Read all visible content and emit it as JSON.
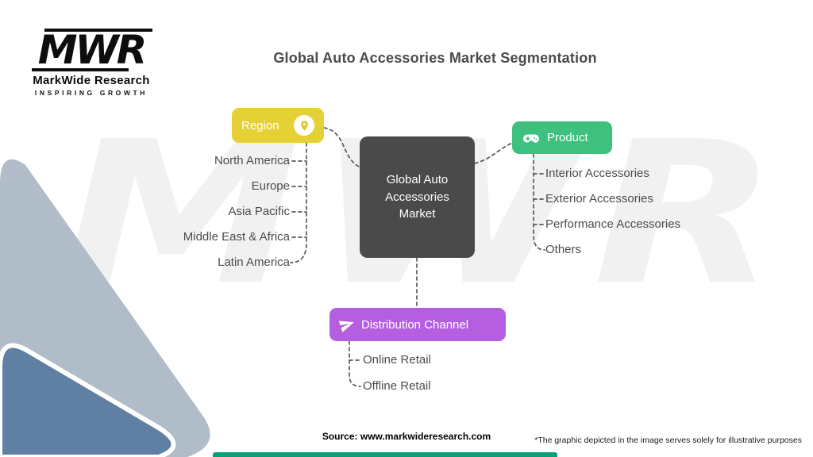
{
  "page": {
    "title": "Global Auto Accessories Market Segmentation",
    "watermark": "MWR"
  },
  "logo": {
    "brand": "MWR",
    "name": "MarkWide Research",
    "tagline": "INSPIRING GROWTH"
  },
  "center_node": {
    "label": "Global Auto Accessories Market",
    "color": "#4a4a4a"
  },
  "branches": {
    "region": {
      "label": "Region",
      "color": "#e4d136",
      "icon": "location-pin-icon",
      "items": [
        "North America",
        "Europe",
        "Asia Pacific",
        "Middle East & Africa",
        "Latin America"
      ]
    },
    "product": {
      "label": "Product",
      "color": "#3ec17e",
      "icon": "gamepad-icon",
      "items": [
        "Interior Accessories",
        "Exterior Accessories",
        "Performance Accessories",
        "Others"
      ]
    },
    "distribution": {
      "label": "Distribution Channel",
      "color": "#b55fe0",
      "icon": "paper-plane-icon",
      "items": [
        "Online Retail",
        "Offline Retail"
      ]
    }
  },
  "footer": {
    "source": "Source: www.markwideresearch.com",
    "disclaimer": "*The graphic depicted in the image serves solely for illustrative purposes",
    "accent_bar_color": "#0a9f74"
  }
}
